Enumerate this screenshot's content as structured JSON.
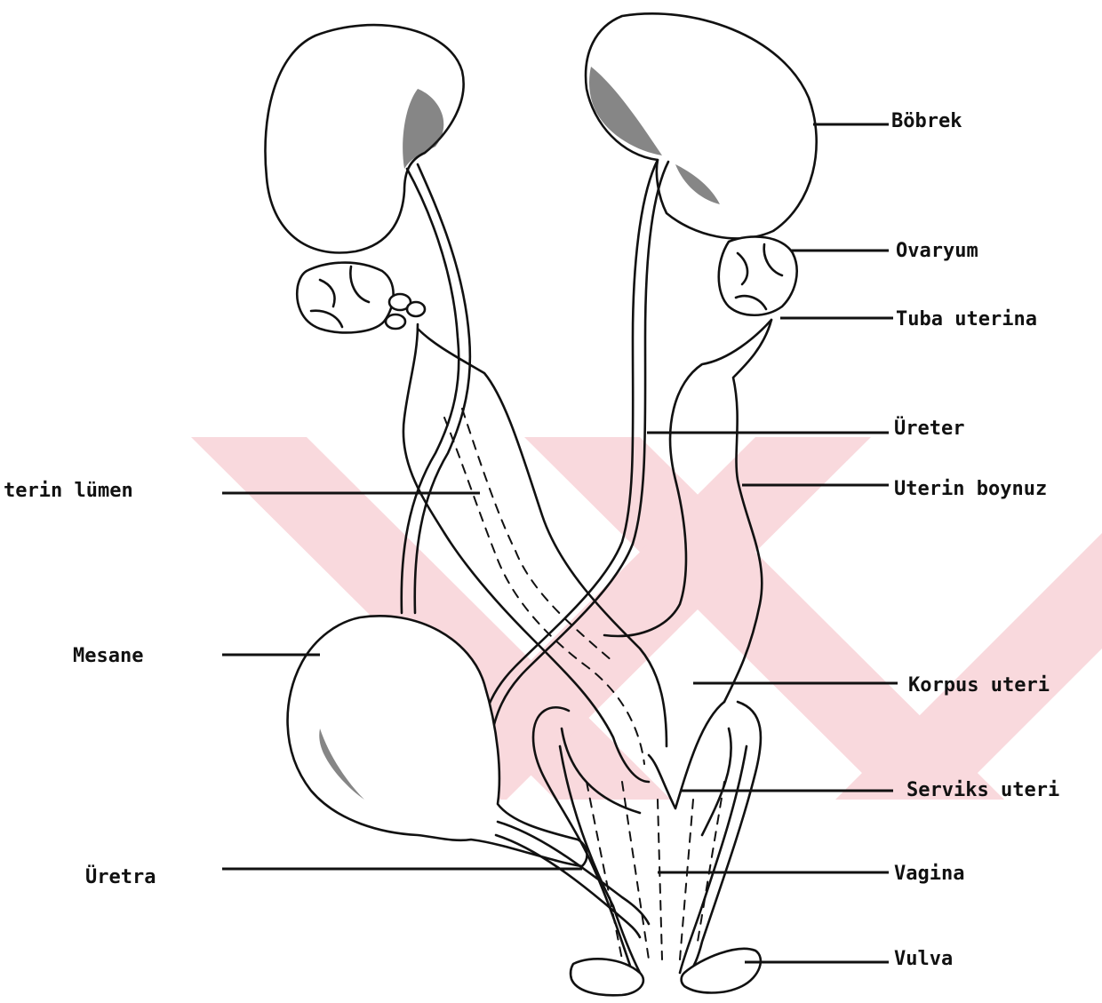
{
  "diagram": {
    "labels": {
      "bobrek": "Böbrek",
      "ovaryum": "Ovaryum",
      "tuba_uterina": "Tuba uterina",
      "ureter": "Üreter",
      "uterin_boynuz": "Uterin boynuz",
      "korpus_uteri": "Korpus uteri",
      "serviks_uteri": "Serviks uteri",
      "vagina": "Vagina",
      "vulva": "Vulva",
      "uterin_lumen": "terin lümen",
      "mesane": "Mesane",
      "uretra": "Üretra"
    },
    "watermark_color": "#f7c9cf",
    "line_color": "#111111"
  }
}
